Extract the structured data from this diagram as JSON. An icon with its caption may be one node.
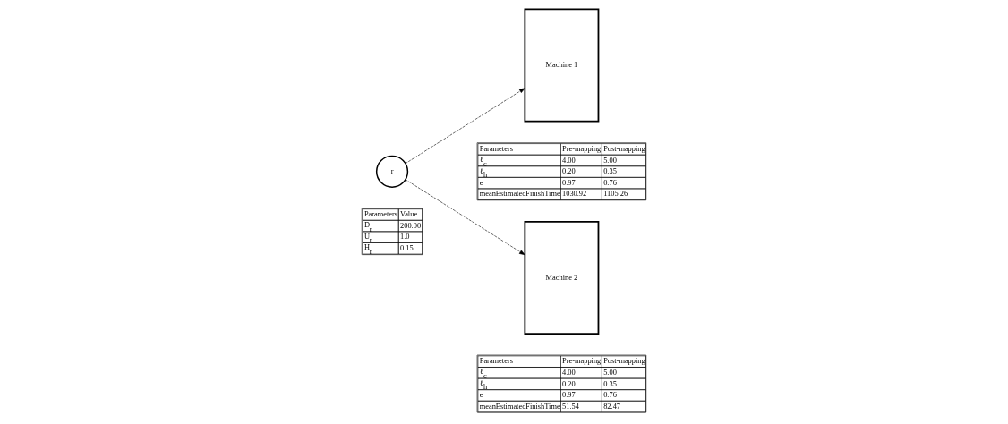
{
  "diagram": {
    "nodes": [
      {
        "text": [
          "r"
        ]
      },
      {
        "text": [
          "Machine 1"
        ]
      },
      {
        "text": [
          "Machine 2"
        ]
      }
    ],
    "edges": [
      {
        "from": 0,
        "to": 1,
        "arrow": "to",
        "style": "dashed"
      },
      {
        "from": 0,
        "to": 2,
        "arrow": "to",
        "style": "dashed"
      }
    ],
    "labels": [
      "Parameters",
      "Value",
      "D$_{r}$",
      "200.00",
      "U$_{r}$",
      "1.0",
      "H$_{r}$",
      "0.15",
      "Parameters",
      "Pre-mapping",
      "Post-mapping",
      "ℓ$_{c}$",
      "4.00",
      "5.00",
      "ℓ$_{h}$",
      "0.20",
      "0.35",
      "e",
      "0.97",
      "0.76",
      "meanEstimatedFinishTime",
      "1030.92",
      "1105.26",
      "Parameters",
      "Pre-mapping",
      "Post-mapping",
      "ℓ$_{c}$",
      "4.00",
      "5.00",
      "ℓ$_{h}$",
      "0.20",
      "0.35",
      "e",
      "0.97",
      "0.76",
      "meanEstimatedFinishTime",
      "51.54",
      "82.47"
    ]
  }
}
